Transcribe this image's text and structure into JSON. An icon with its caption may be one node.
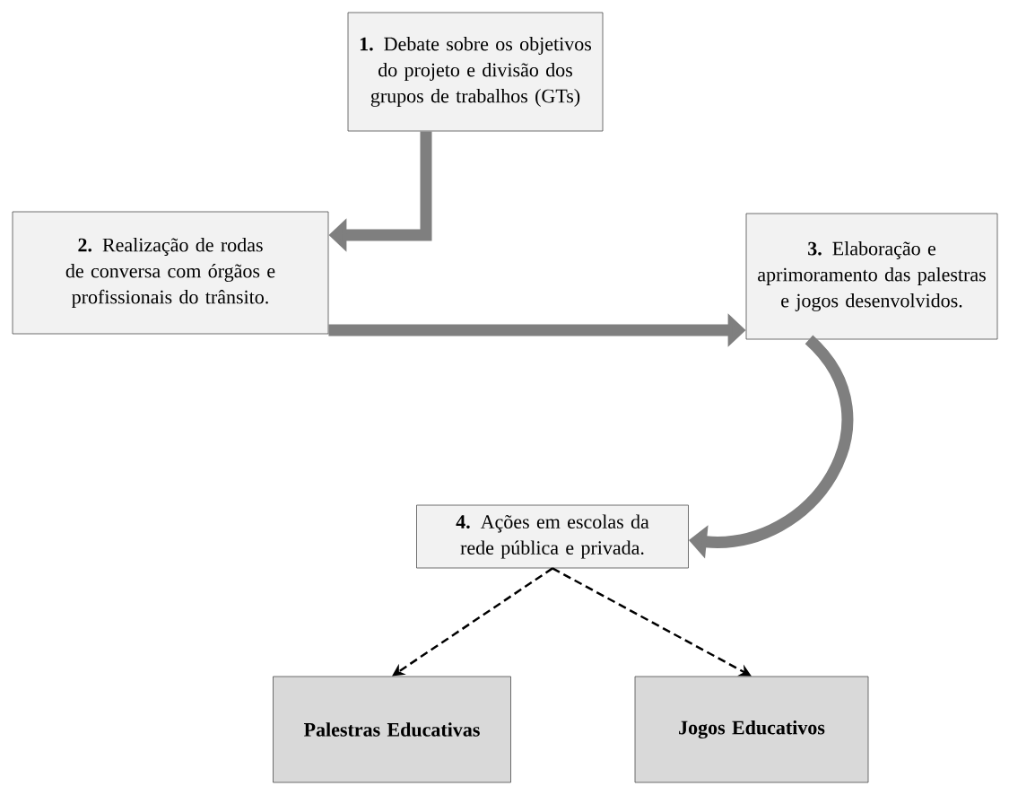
{
  "diagram": {
    "nodes": [
      {
        "text": [
          "**1.** Debate sobre os objetivos do projeto e divisão dos grupos de trabalhos (GTs)"
        ]
      },
      {
        "text": [
          "**2.** Realização de rodas de conversa com órgãos e profissionais do trânsito."
        ]
      },
      {
        "text": [
          "**3.** Elaboração e aprimoramento das palestras e jogos desenvolvidos."
        ]
      },
      {
        "text": [
          "**4.** Ações em escolas da rede pública e privada."
        ]
      },
      {
        "text": [
          "Palestras Educativas"
        ]
      },
      {
        "text": [
          "Jogos Educativos"
        ]
      }
    ],
    "edges": [
      {
        "from": 0,
        "to": 1,
        "arrow": "to"
      },
      {
        "from": 1,
        "to": 2,
        "arrow": "to"
      },
      {
        "from": 2,
        "to": 3,
        "arrow": "to"
      },
      {
        "from": 3,
        "to": 4,
        "arrow": "to",
        "style": "dashed",
        "color": "#000000"
      },
      {
        "from": 3,
        "to": 5,
        "arrow": "to",
        "style": "dashed",
        "color": "#000000"
      }
    ]
  }
}
